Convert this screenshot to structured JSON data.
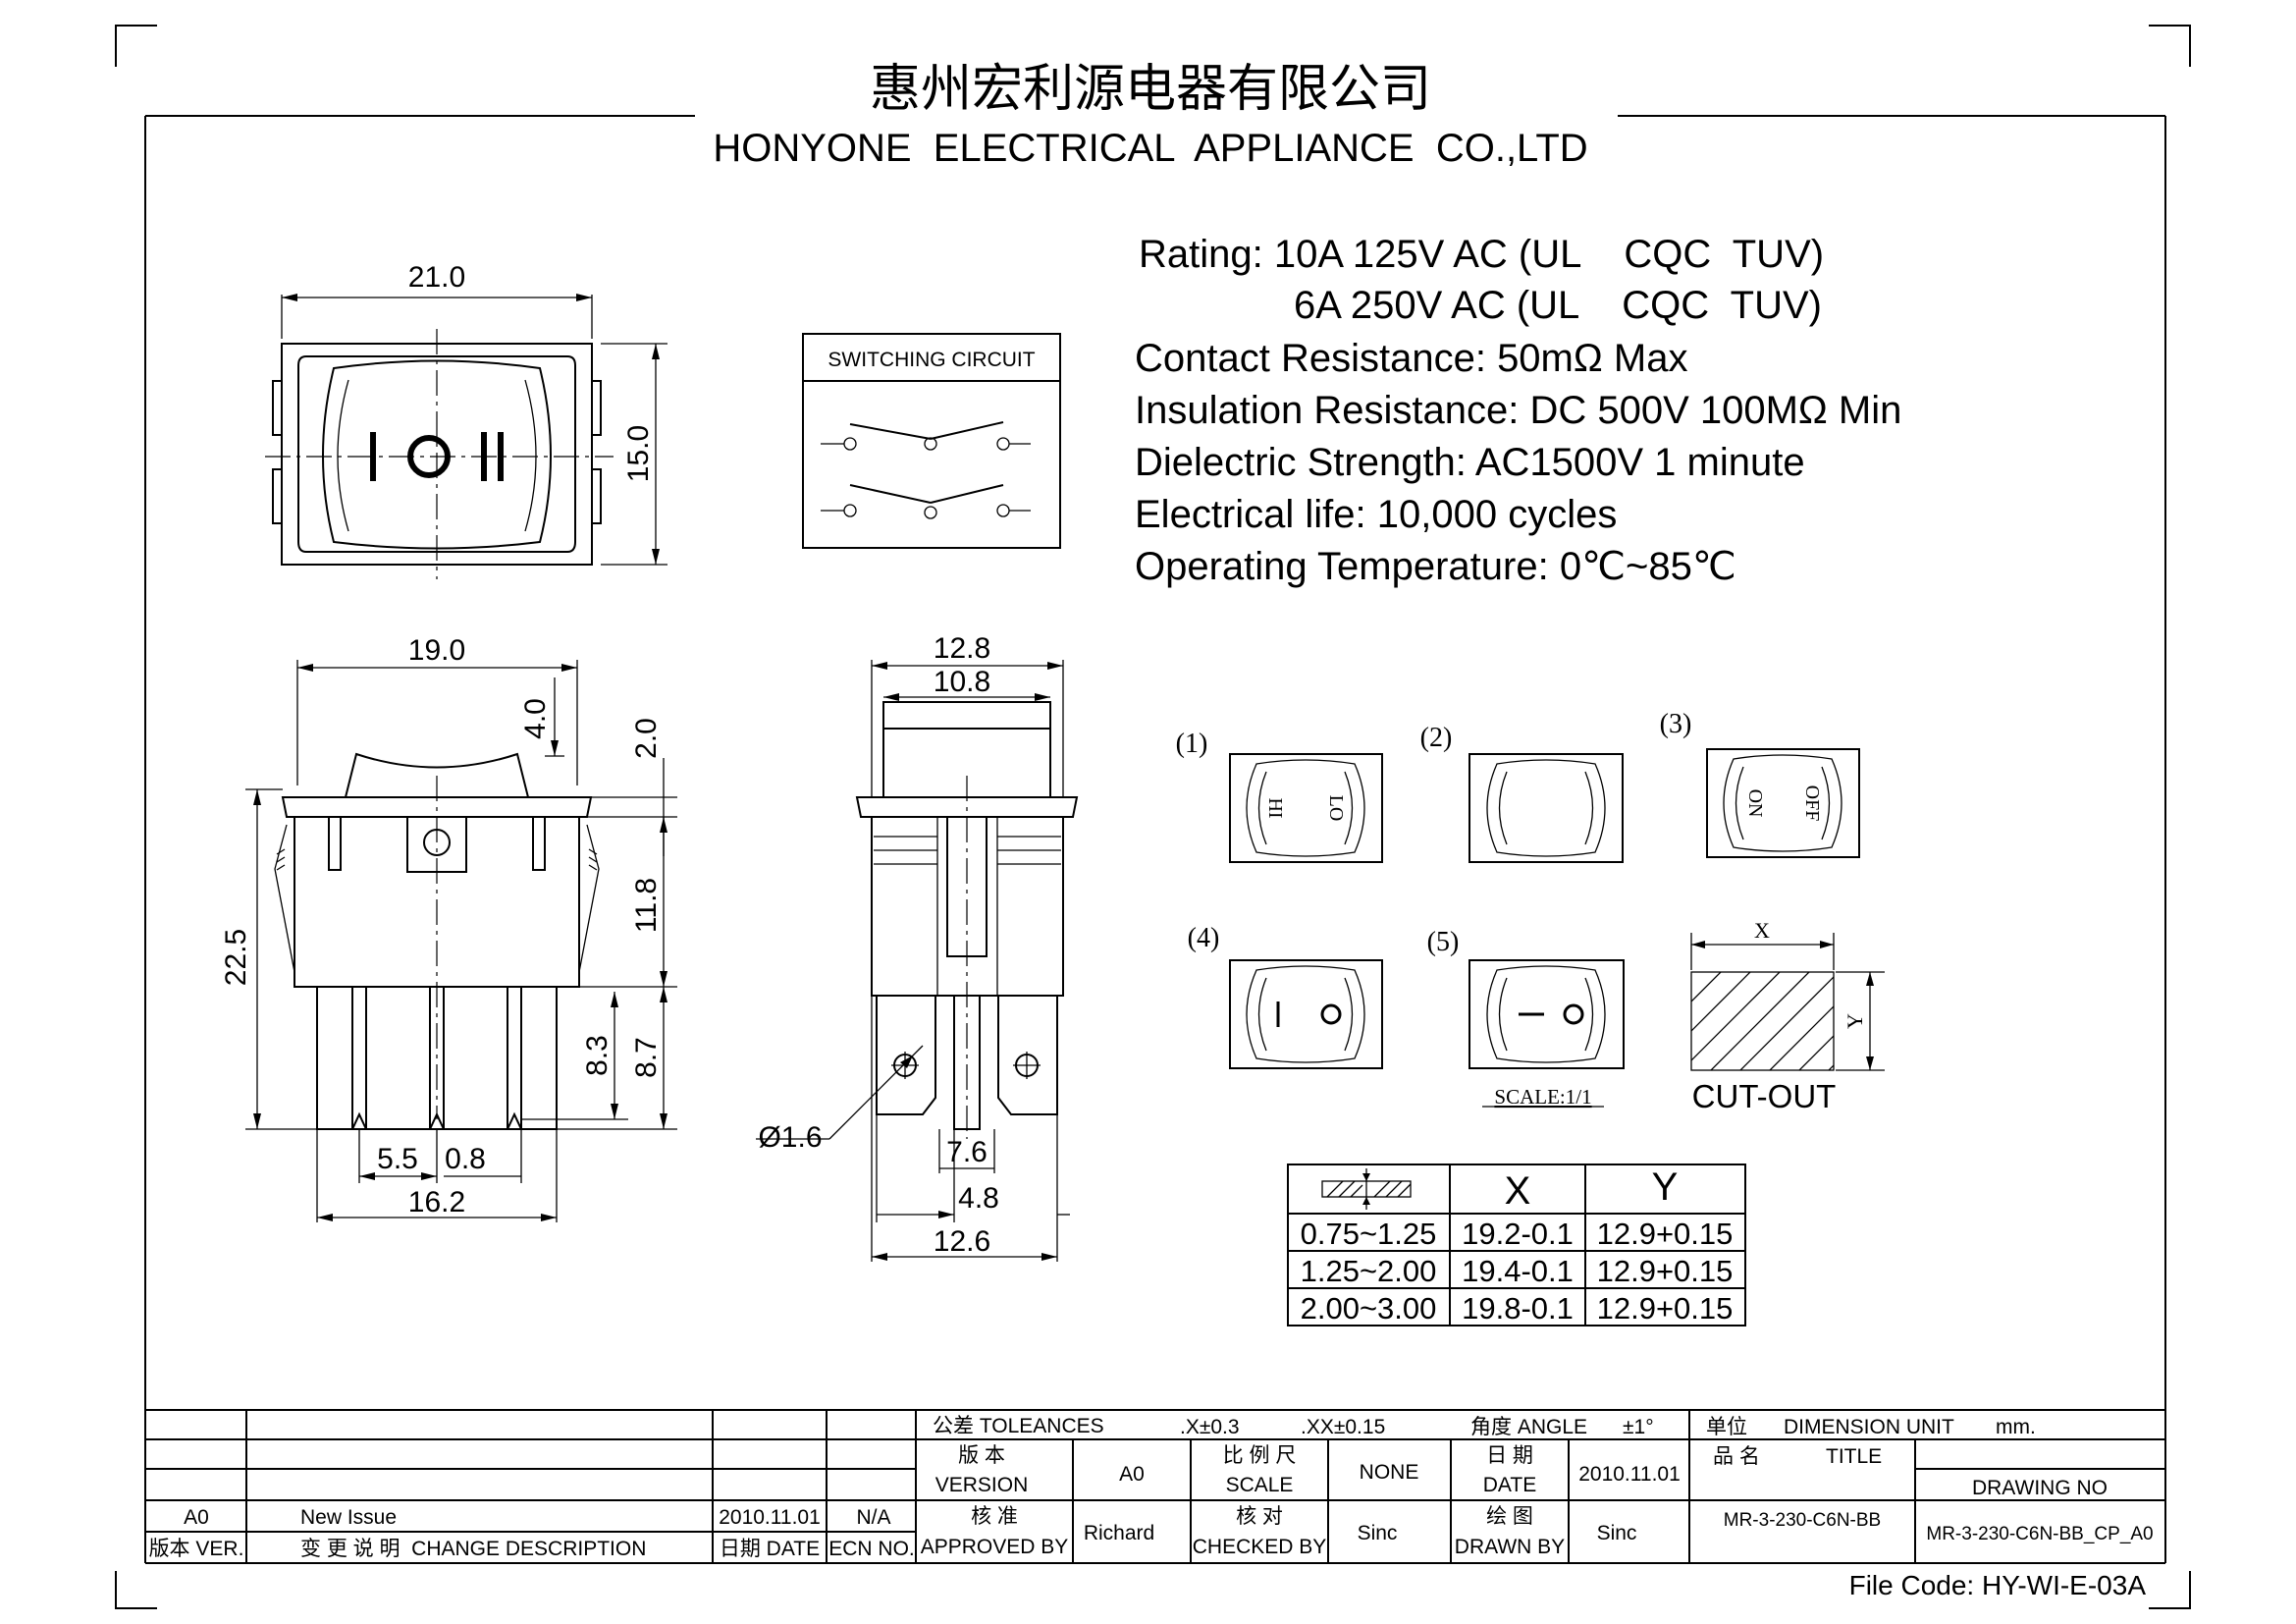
{
  "header": {
    "company_cn": "惠州宏利源电器有限公司",
    "company_en": "HONYONE  ELECTRICAL  APPLIANCE  CO.,LTD"
  },
  "specs": [
    "Rating: 10A 125V AC (UL    CQC  TUV)",
    "6A 250V AC (UL    CQC  TUV)",
    "Contact Resistance: 50mΩ Max",
    "Insulation Resistance: DC 500V 100MΩ Min",
    "Dielectric Strength: AC1500V 1 minute",
    "Electrical life: 10,000 cycles",
    "Operating Temperature: 0℃~85℃"
  ],
  "switching_circuit_label": "SWITCHING CIRCUIT",
  "dimensions": {
    "top_width": "21.0",
    "top_height": "15.0",
    "front_width": "19.0",
    "rocker_height": "4.0",
    "flange": "2.0",
    "total_height": "22.5",
    "body_height": "11.8",
    "pin_length_a": "8.3",
    "pin_length_b": "8.7",
    "pin_pitch": "5.5",
    "pin_thick": "0.8",
    "base_width": "16.2",
    "side_outer": "12.8",
    "side_inner": "10.8",
    "hole_dia": "Ø1.6",
    "pin_span": "7.6",
    "pin_width": "4.8",
    "side_base": "12.6"
  },
  "variants": {
    "labels": [
      "(1)",
      "(2)",
      "(3)",
      "(4)",
      "(5)"
    ],
    "v1_text": [
      "HI",
      "LO"
    ],
    "v3_text": [
      "ON",
      "OFF"
    ],
    "scale": "SCALE:1/1"
  },
  "cutout": {
    "x_label": "X",
    "y_label": "Y",
    "title": "CUT-OUT",
    "col_x": "X",
    "col_y": "Y",
    "rows": [
      [
        "0.75~1.25",
        "19.2-0.1",
        "12.9+0.15"
      ],
      [
        "1.25~2.00",
        "19.4-0.1",
        "12.9+0.15"
      ],
      [
        "2.00~3.00",
        "19.8-0.1",
        "12.9+0.15"
      ]
    ]
  },
  "title_block": {
    "tol_label": "公差 TOLEANCES",
    "tol_x": ".X±0.3",
    "tol_xx": ".XX±0.15",
    "angle_label": "角度 ANGLE",
    "angle_val": "±1°",
    "unit_label": "单位",
    "unit_en": "DIMENSION UNIT",
    "unit_val": "mm.",
    "version_cn": "版 本",
    "version_en": "VERSION",
    "version_val": "A0",
    "scale_cn": "比 例 尺",
    "scale_en": "SCALE",
    "scale_val": "NONE",
    "date_cn": "日 期",
    "date_en": "DATE",
    "date_val": "2010.11.01",
    "title_cn": "品 名",
    "title_en": "TITLE",
    "drawing_no_label": "DRAWING NO",
    "approved_cn": "核 准",
    "approved_en": "APPROVED BY",
    "approved_val": "Richard",
    "checked_cn": "核 对",
    "checked_en": "CHECKED BY",
    "checked_val": "Sinc",
    "drawn_cn": "绘 图",
    "drawn_en": "DRAWN BY",
    "drawn_val": "Sinc",
    "part_no": "MR-3-230-C6N-BB",
    "drawing_no": "MR-3-230-C6N-BB_CP_A0",
    "rev_ver": "A0",
    "rev_desc": "New Issue",
    "rev_date": "2010.11.01",
    "rev_ecn": "N/A",
    "hdr_ver": "版本 VER.",
    "hdr_desc": "变 更 说 明  CHANGE DESCRIPTION",
    "hdr_date": "日期 DATE",
    "hdr_ecn": "ECN NO."
  },
  "file_code": "File Code: HY-WI-E-03A"
}
